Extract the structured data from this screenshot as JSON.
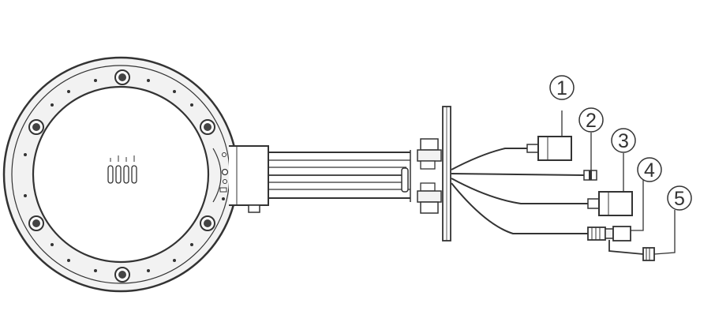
{
  "colors": {
    "line": "#333333",
    "housing_fill": "#f2f2f2",
    "face_fill": "#ffffff",
    "screw_fill": "#444444",
    "background": "#ffffff"
  },
  "callouts": [
    {
      "id": "1",
      "label": "1"
    },
    {
      "id": "2",
      "label": "2"
    },
    {
      "id": "3",
      "label": "3"
    },
    {
      "id": "4",
      "label": "4"
    },
    {
      "id": "5",
      "label": "5"
    }
  ]
}
